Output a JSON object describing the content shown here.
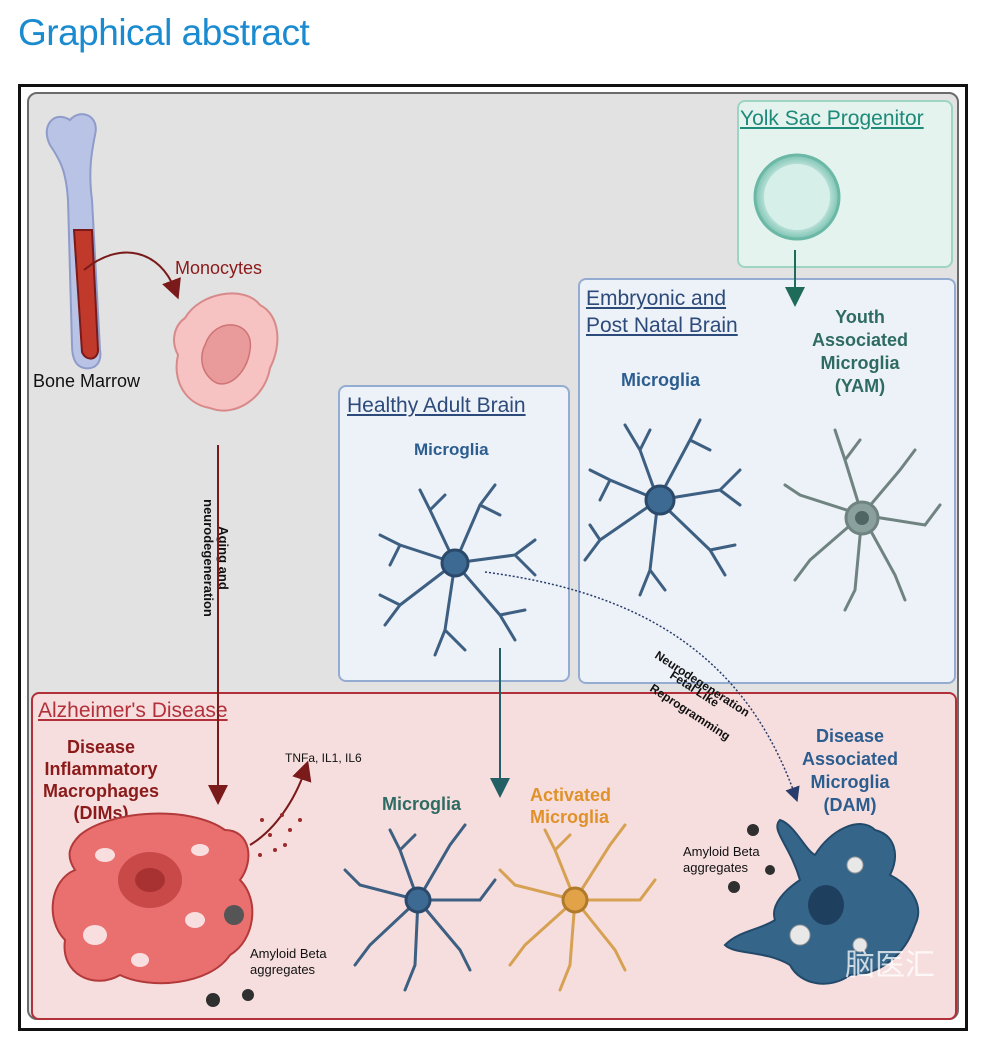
{
  "page_title": "Graphical abstract",
  "yolk_sac": {
    "title": "Yolk Sac Progenitor"
  },
  "embryonic": {
    "title_line1": "Embryonic and",
    "title_line2": "Post Natal Brain",
    "microglia": "Microglia",
    "yam_line1": "Youth",
    "yam_line2": "Associated",
    "yam_line3": "Microglia",
    "yam_line4": "(YAM)"
  },
  "healthy": {
    "title": "Healthy Adult Brain",
    "microglia": "Microglia"
  },
  "bone_marrow": "Bone Marrow",
  "monocytes": "Monocytes",
  "aging_line1": "Aging and",
  "aging_line2": "neurodegeneration",
  "transition_labels": {
    "neuro": "Neurodegeneration",
    "fetal": "Fetal Like",
    "reprog": "Reprogramming"
  },
  "alzheimers": {
    "title": "Alzheimer's Disease",
    "dims_line1": "Disease",
    "dims_line2": "Inflammatory",
    "dims_line3": "Macrophages",
    "dims_line4": "(DIMs)",
    "cytokines": "TNFa, IL1, IL6",
    "microglia": "Microglia",
    "activated_line1": "Activated",
    "activated_line2": "Microglia",
    "dam_line1": "Disease",
    "dam_line2": "Associated",
    "dam_line3": "Microglia",
    "dam_line4": "(DAM)",
    "amyloid_left_line1": "Amyloid Beta",
    "amyloid_left_line2": "aggregates",
    "amyloid_right_line1": "Amyloid Beta",
    "amyloid_right_line2": "aggregates"
  },
  "watermark": "脑医汇",
  "colors": {
    "title_blue": "#1a8bd0",
    "monocyte_red": "#8b1a1a",
    "microglia_blue": "#2c5d8f",
    "yam_teal": "#2e6b62",
    "activated_orange": "#e0912a",
    "alz_red": "#b1303a",
    "yolk_teal": "#1e8a7a"
  }
}
